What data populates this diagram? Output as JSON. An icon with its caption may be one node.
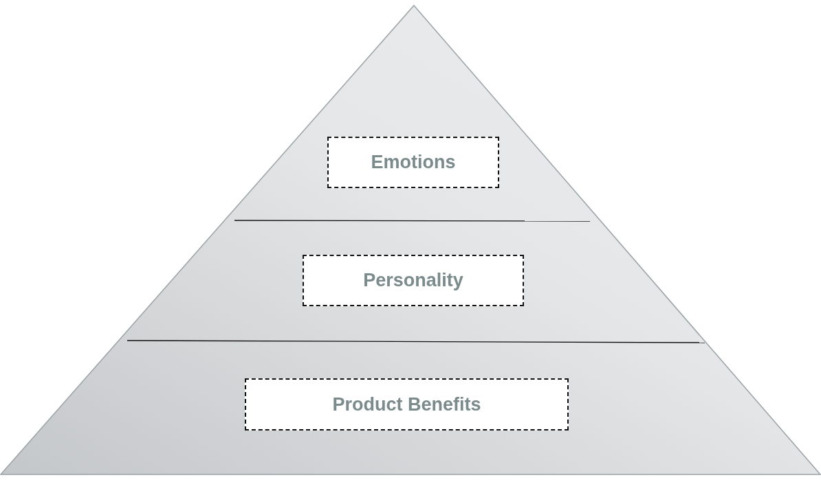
{
  "diagram": {
    "nodes": [
      {
        "text": [
          "Emotions"
        ]
      },
      {
        "text": [
          "Personality"
        ]
      },
      {
        "text": [
          "Product Benefits"
        ]
      }
    ]
  }
}
